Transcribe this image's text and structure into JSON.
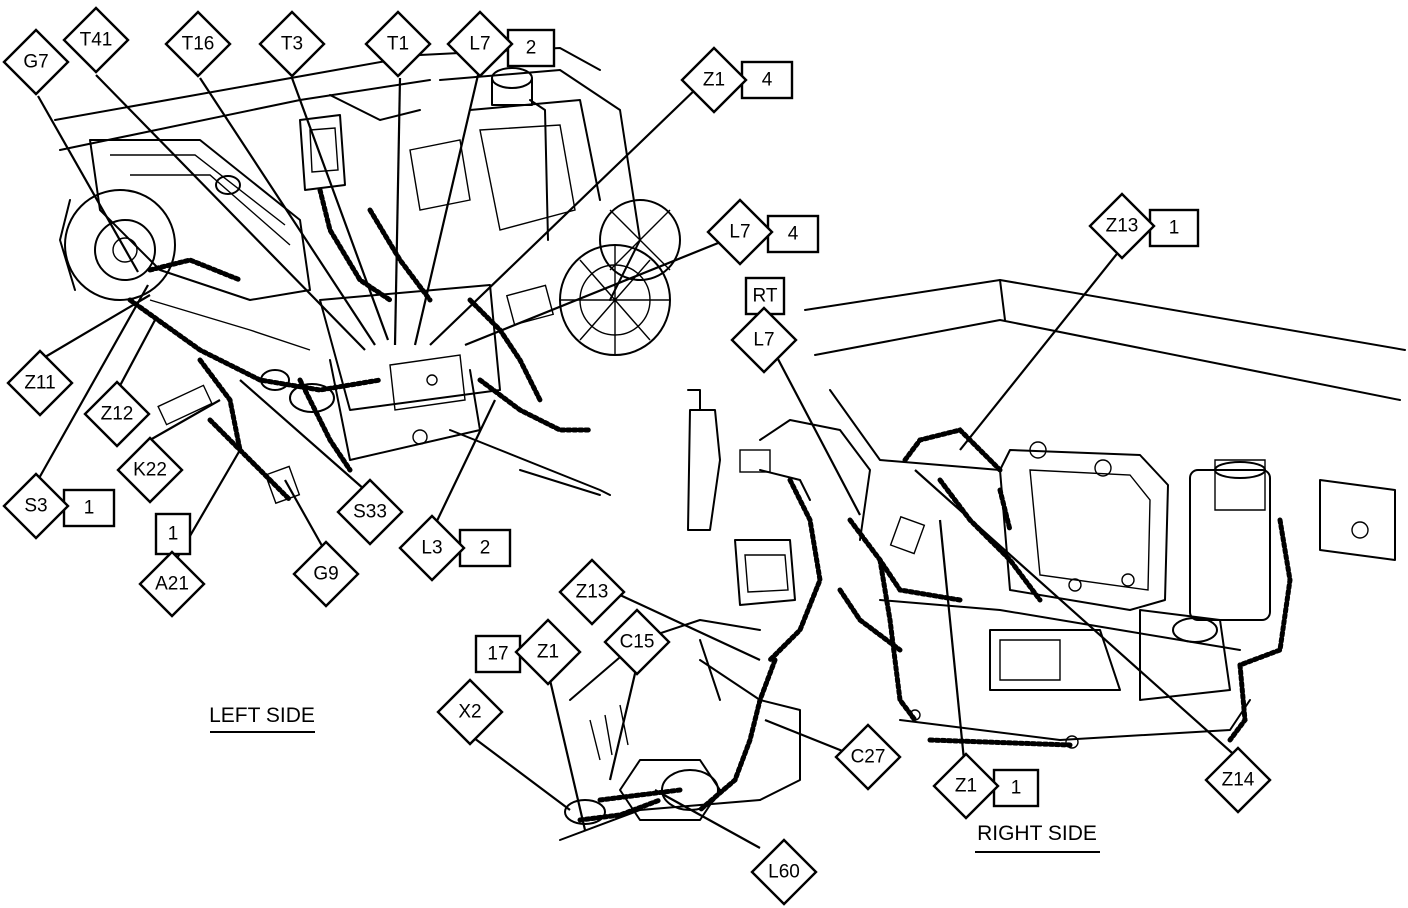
{
  "views": [
    {
      "name": "left",
      "label": "LEFT SIDE"
    },
    {
      "name": "right",
      "label": "RIGHT SIDE"
    }
  ],
  "callouts": [
    {
      "id": "g7",
      "code": "G7"
    },
    {
      "id": "t41",
      "code": "T41"
    },
    {
      "id": "t16",
      "code": "T16"
    },
    {
      "id": "t3",
      "code": "T3"
    },
    {
      "id": "t1",
      "code": "T1"
    },
    {
      "id": "l7-2",
      "code": "L7",
      "num": "2"
    },
    {
      "id": "z1-4",
      "code": "Z1",
      "num": "4"
    },
    {
      "id": "l7-4",
      "code": "L7",
      "num": "4"
    },
    {
      "id": "rt-l7",
      "code": "L7",
      "num": "RT"
    },
    {
      "id": "z13-1",
      "code": "Z13",
      "num": "1"
    },
    {
      "id": "z11",
      "code": "Z11"
    },
    {
      "id": "z12",
      "code": "Z12"
    },
    {
      "id": "k22",
      "code": "K22"
    },
    {
      "id": "s3-1",
      "code": "S3",
      "num": "1"
    },
    {
      "id": "a21-1",
      "code": "A21",
      "num": "1"
    },
    {
      "id": "g9",
      "code": "G9"
    },
    {
      "id": "s33",
      "code": "S33"
    },
    {
      "id": "l3-2",
      "code": "L3",
      "num": "2"
    },
    {
      "id": "z13",
      "code": "Z13"
    },
    {
      "id": "z1-17",
      "code": "Z1",
      "num": "17"
    },
    {
      "id": "c15",
      "code": "C15"
    },
    {
      "id": "x2",
      "code": "X2"
    },
    {
      "id": "c27",
      "code": "C27"
    },
    {
      "id": "l60",
      "code": "L60"
    },
    {
      "id": "z1-1",
      "code": "Z1",
      "num": "1"
    },
    {
      "id": "z14",
      "code": "Z14"
    }
  ]
}
